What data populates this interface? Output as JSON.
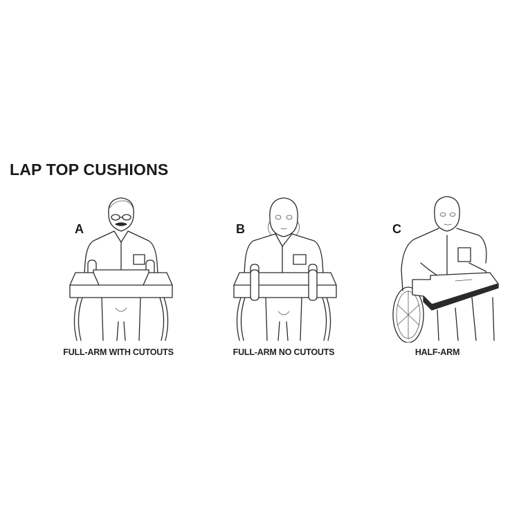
{
  "title": "LAP TOP CUSHIONS",
  "panels": [
    {
      "letter": "A",
      "caption": "FULL-ARM WITH CUTOUTS",
      "illustration": "man-in-wheelchair-full-arm-cushion-with-cutouts"
    },
    {
      "letter": "B",
      "caption": "FULL-ARM NO CUTOUTS",
      "illustration": "man-in-wheelchair-full-arm-cushion-no-cutouts"
    },
    {
      "letter": "C",
      "caption": "HALF-ARM",
      "illustration": "man-in-wheelchair-half-arm-cushion"
    }
  ],
  "colors": {
    "background": "#ffffff",
    "text": "#1a1a1a",
    "line": "#2a2a2a"
  }
}
